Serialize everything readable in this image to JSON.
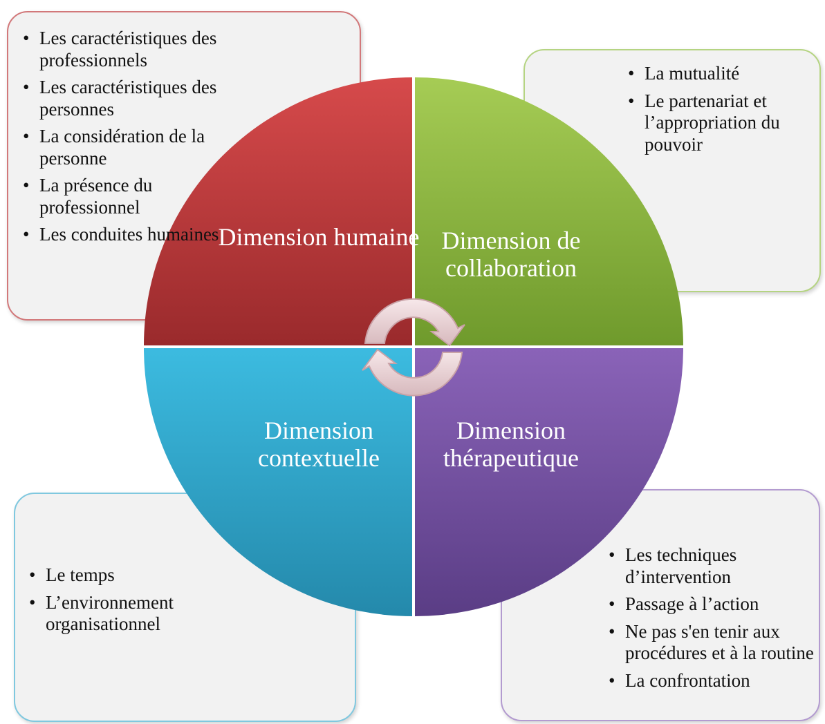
{
  "quadrants": [
    {
      "label": "Dimension humaine",
      "color": "#c0393b"
    },
    {
      "label": "Dimension de collaboration",
      "color": "#8bb33c"
    },
    {
      "label": "Dimension contextuelle",
      "color": "#2fa5c7"
    },
    {
      "label": "Dimension thérapeutique",
      "color": "#7350a0"
    }
  ],
  "boxes": {
    "top_left": [
      "Les caractéristiques des professionnels",
      "Les caractéristiques des personnes",
      "La considération de la personne",
      "La présence du professionnel",
      "Les conduites humaines"
    ],
    "top_right": [
      "La mutualité",
      "Le partenariat et l’appropriation du pouvoir"
    ],
    "bottom_left": [
      "Le temps",
      "L’environnement organisationnel"
    ],
    "bottom_right": [
      "Les techniques d’intervention",
      "Passage à l’action",
      "Ne pas s'en tenir aux procédures et à la routine",
      "La confrontation"
    ]
  }
}
